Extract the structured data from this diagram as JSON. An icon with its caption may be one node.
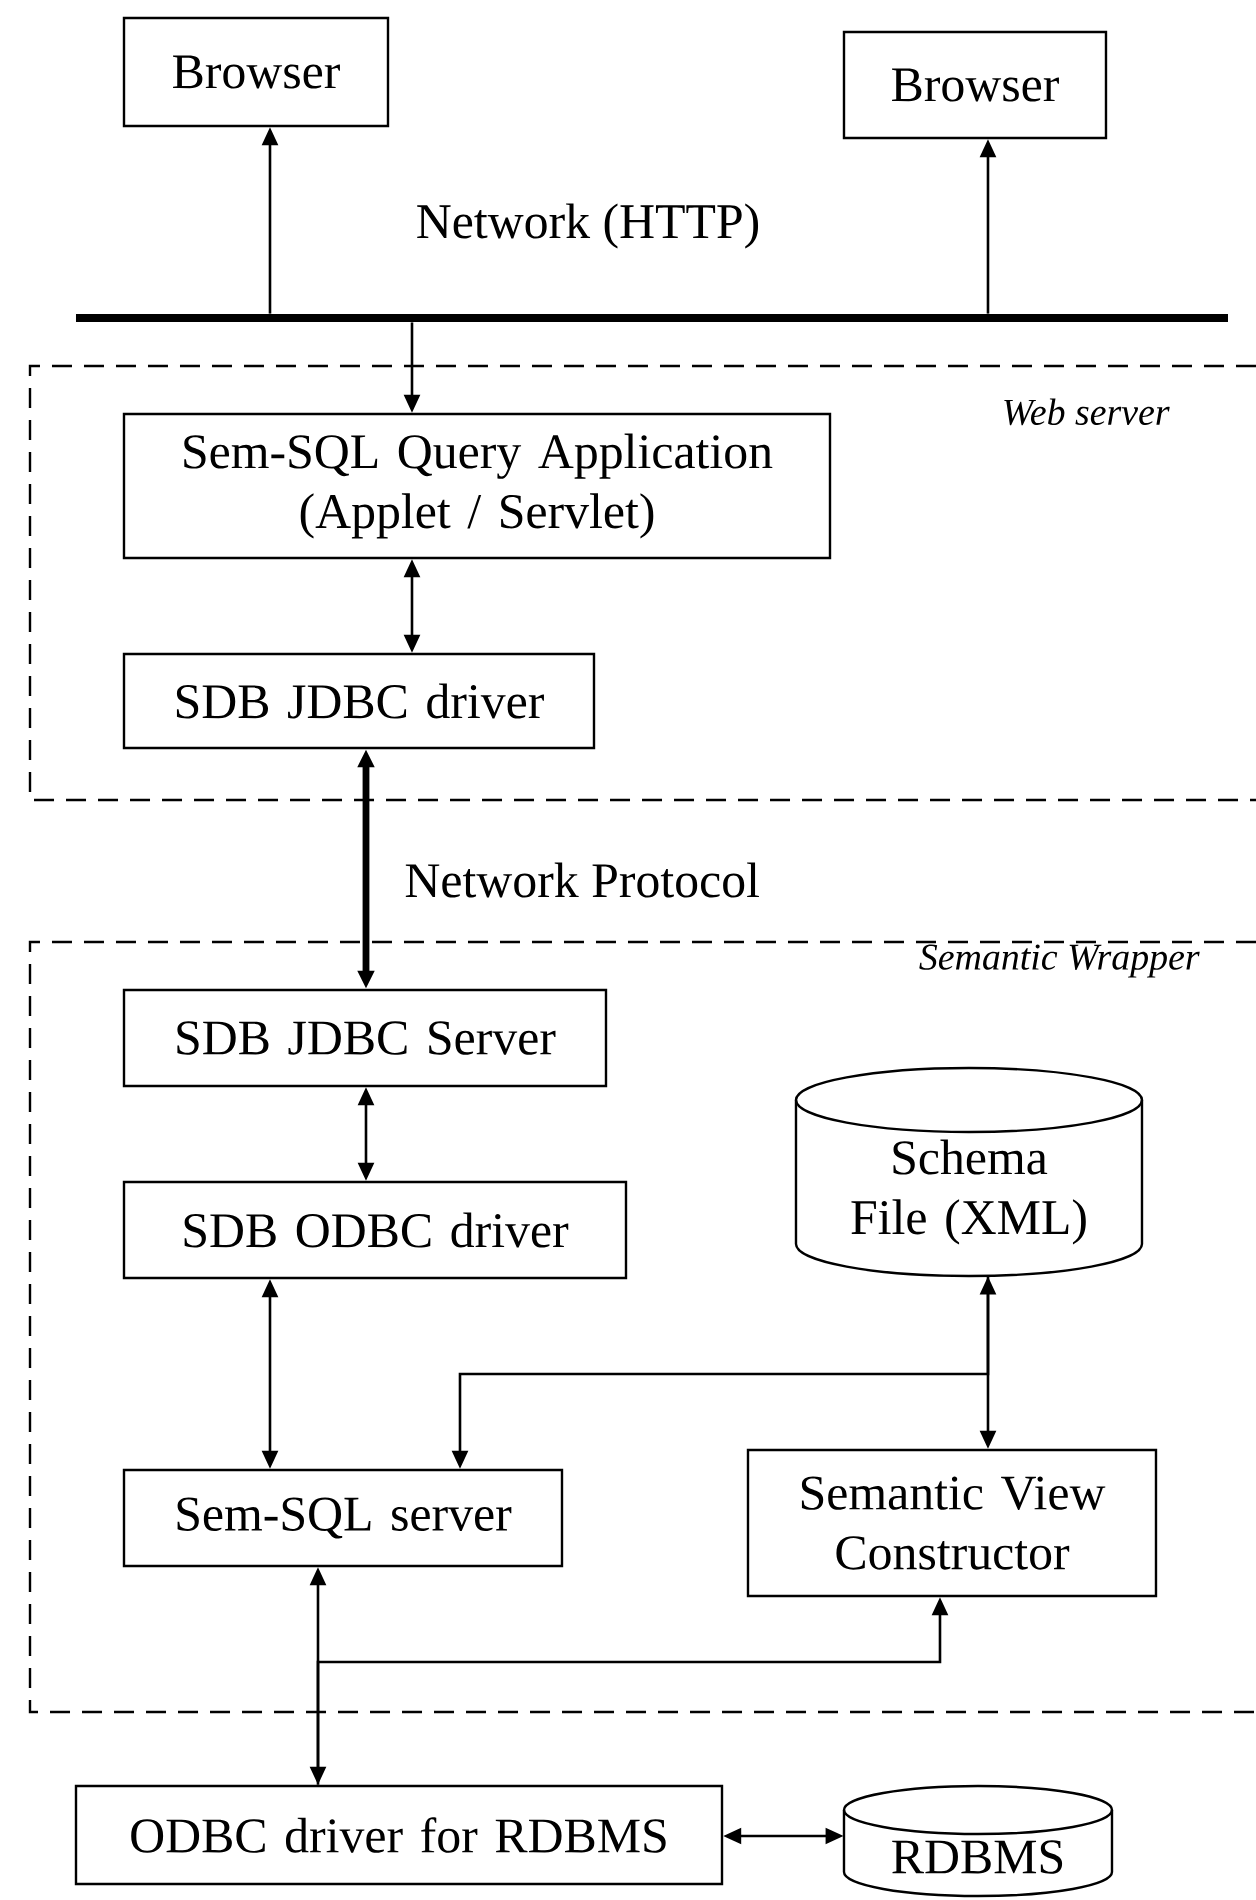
{
  "diagram": {
    "nodes": [
      {
        "text": [
          "Browser"
        ]
      },
      {
        "text": [
          "Browser"
        ]
      },
      {
        "text": [],
        "shape": "bar"
      },
      {
        "text": [
          "Web server"
        ]
      },
      {
        "text": [
          "Sem-SQL Query Application (Applet / Servlet)"
        ],
        "in": 3
      },
      {
        "text": [
          "SDB JDBC driver"
        ],
        "in": 3
      },
      {
        "text": [
          "Semantic Wrapper"
        ]
      },
      {
        "text": [
          "SDB JDBC Server"
        ],
        "in": 6
      },
      {
        "text": [
          "SDB ODBC driver"
        ],
        "in": 6
      },
      {
        "text": [
          "Schema File (XML)"
        ],
        "in": 6
      },
      {
        "text": [
          "Sem-SQL server"
        ],
        "in": 6
      },
      {
        "text": [
          "Semantic View Constructor"
        ],
        "in": 6
      },
      {
        "text": [
          "ODBC driver for RDBMS"
        ]
      },
      {
        "text": [
          "RDBMS"
        ]
      }
    ],
    "edges": [
      {
        "from": 2,
        "to": 0,
        "arrow": "to"
      },
      {
        "from": 2,
        "to": 1,
        "arrow": "to"
      },
      {
        "from": 2,
        "to": 4,
        "arrow": "to"
      },
      {
        "from": 4,
        "to": 5,
        "arrow": "both"
      },
      {
        "from": 5,
        "to": 7,
        "arrow": "both",
        "style": "thick",
        "label": "Network Protocol"
      },
      {
        "from": 7,
        "to": 8,
        "arrow": "both"
      },
      {
        "from": 8,
        "to": 10,
        "arrow": "both"
      },
      {
        "from": 9,
        "to": 10,
        "arrow": "both"
      },
      {
        "from": 9,
        "to": 11,
        "arrow": "to"
      },
      {
        "from": 12,
        "to": 10,
        "arrow": "both"
      },
      {
        "from": 12,
        "to": 11,
        "arrow": "to"
      },
      {
        "from": 12,
        "to": 13,
        "arrow": "both"
      }
    ],
    "labels": [
      "Network (HTTP)"
    ]
  }
}
